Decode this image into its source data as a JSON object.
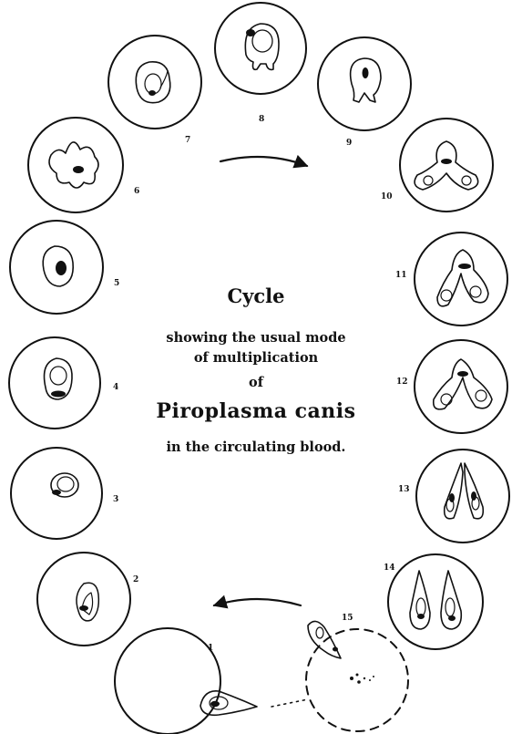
{
  "caption": {
    "title": "Cycle",
    "line1": "showing the usual mode",
    "line2": "of multiplication",
    "line3": "of",
    "species": "Piroplasma canis",
    "line4": "in the circulating blood."
  },
  "stages": [
    {
      "label": "1"
    },
    {
      "label": "2"
    },
    {
      "label": "3"
    },
    {
      "label": "4"
    },
    {
      "label": "5"
    },
    {
      "label": "6"
    },
    {
      "label": "7"
    },
    {
      "label": "8"
    },
    {
      "label": "9"
    },
    {
      "label": "10"
    },
    {
      "label": "11"
    },
    {
      "label": "12"
    },
    {
      "label": "13"
    },
    {
      "label": "14"
    },
    {
      "label": "15"
    }
  ],
  "colors": {
    "ink": "#111111",
    "background": "#ffffff"
  }
}
